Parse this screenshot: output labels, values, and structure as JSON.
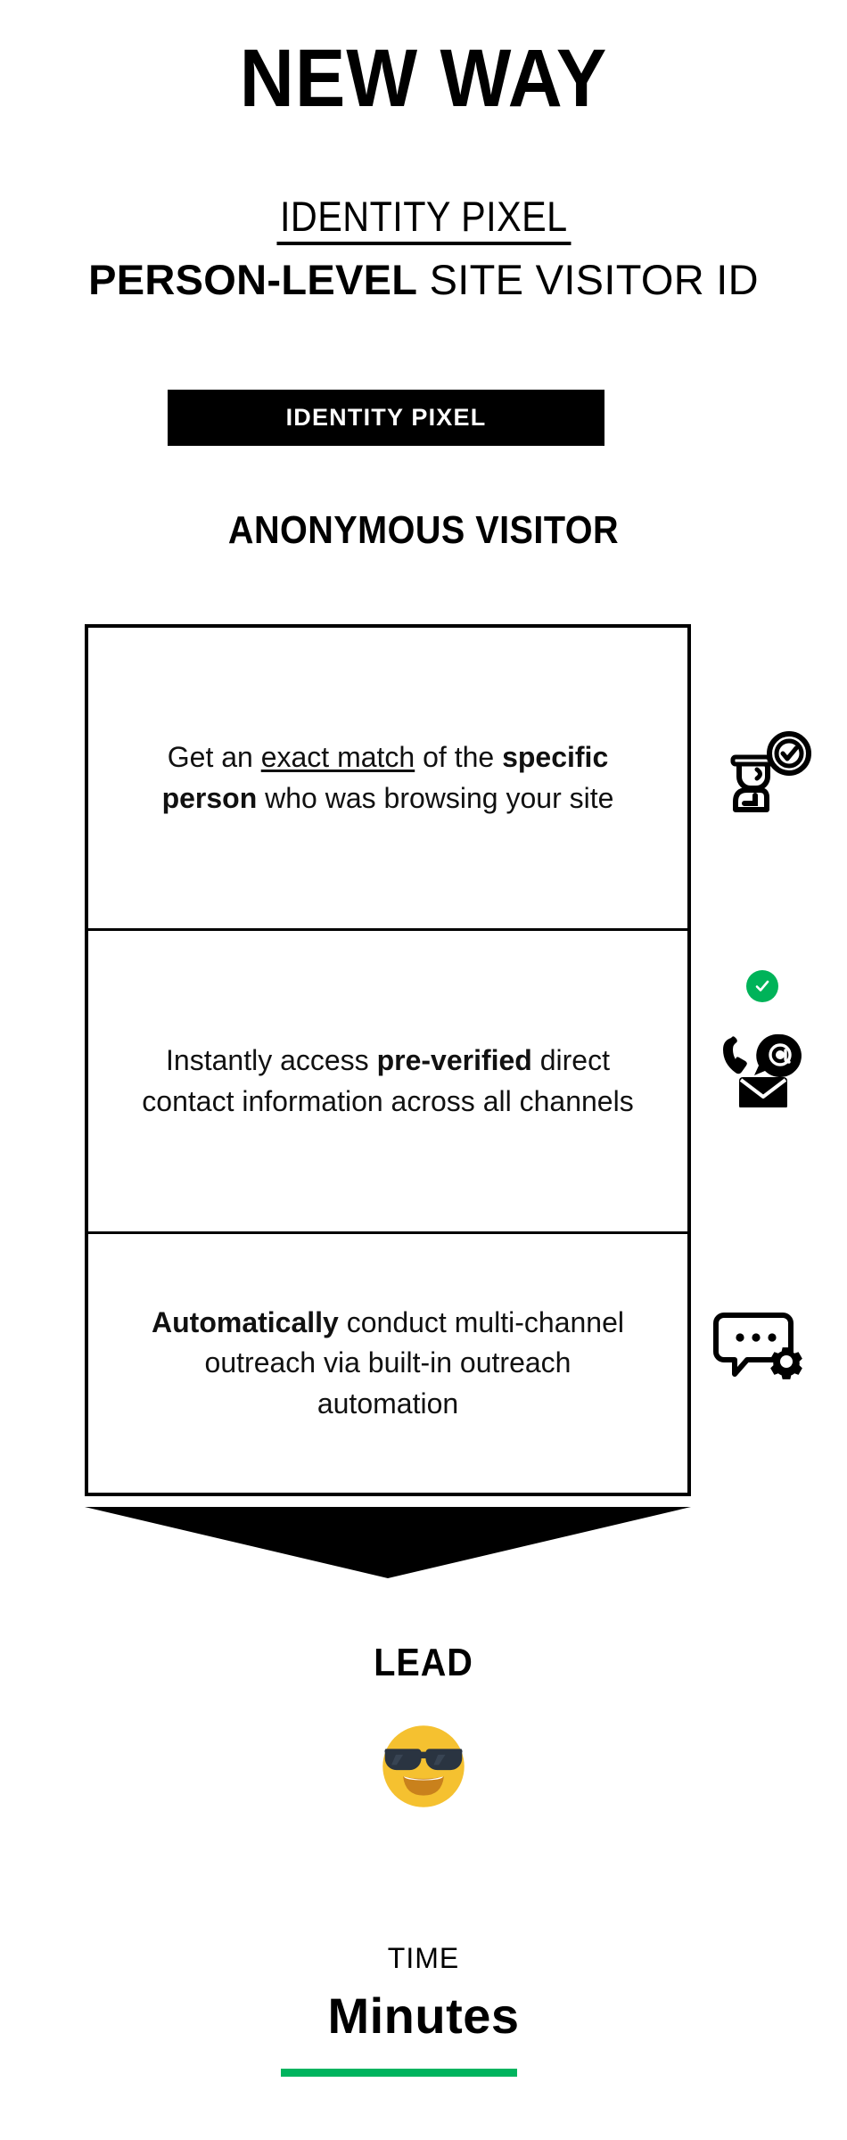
{
  "header": {
    "title": "NEW WAY",
    "subtitle_underlined": "IDENTITY PIXEL",
    "subtitle_bold": "PERSON-LEVEL",
    "subtitle_rest": " SITE VISITOR ID"
  },
  "badge": {
    "label": "IDENTITY PIXEL"
  },
  "section": {
    "heading": "ANONYMOUS VISITOR"
  },
  "steps": [
    {
      "pre": "Get an ",
      "underline": "exact match",
      "mid": " of the ",
      "bold": "specific person",
      "post": " who was browsing your site",
      "icon": "person-verified-icon"
    },
    {
      "pre": "Instantly access ",
      "bold": "pre-verified",
      "post": " direct contact information across all channels",
      "icon": "contact-channels-icon"
    },
    {
      "bold": "Automatically",
      "post": " conduct multi-channel outreach via built-in outreach automation",
      "icon": "chat-gear-icon"
    }
  ],
  "outcome": {
    "label": "LEAD",
    "emoji": "sunglasses-face-emoji"
  },
  "footer": {
    "time_label": "TIME",
    "time_value": "Minutes"
  },
  "colors": {
    "accent_green": "#00B45E",
    "check_green": "#00B359",
    "ink": "#000000",
    "background": "#FFFFFF",
    "emoji_yellow": "#F5C130",
    "emoji_dark": "#2A3441"
  }
}
